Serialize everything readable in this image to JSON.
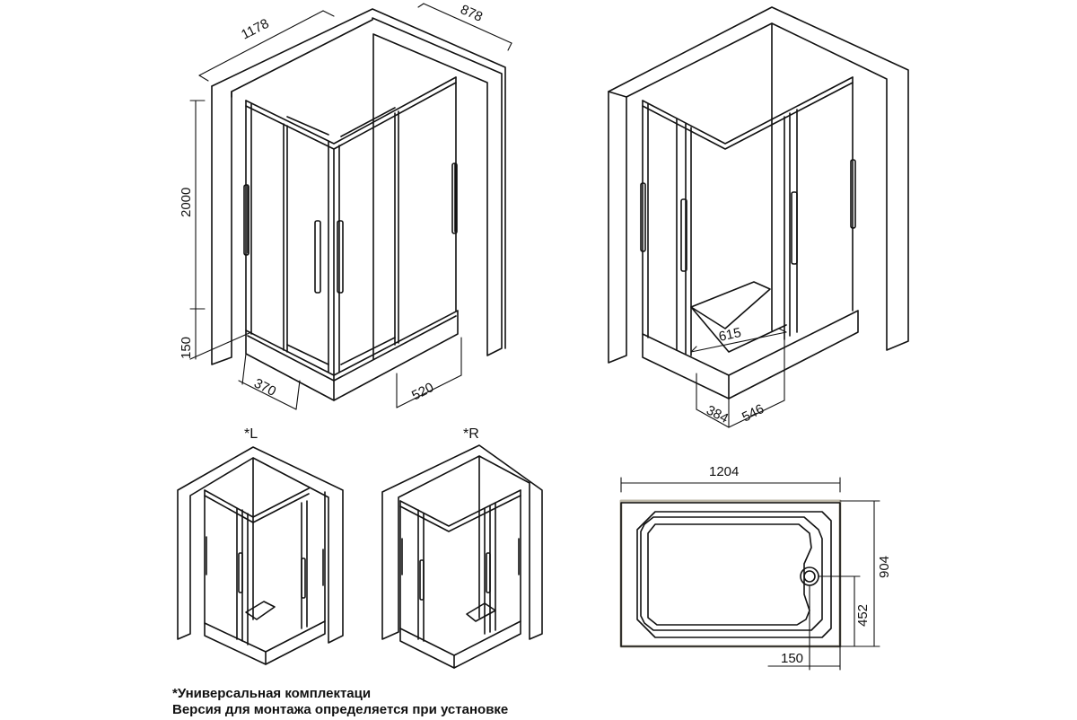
{
  "dimensions": {
    "width_top": "1178",
    "depth_top": "878",
    "height": "2000",
    "tray_height": "150",
    "door_left": "370",
    "door_right": "520",
    "opening_diag": "615",
    "opening_left": "384",
    "opening_right": "546",
    "tray_width": "1204",
    "tray_depth": "904",
    "drain_y": "452",
    "drain_x": "150"
  },
  "variants": {
    "left": "*L",
    "right": "*R"
  },
  "notes": {
    "line1": "*Универсальная комплектаци",
    "line2": "Версия для монтажа определяется при установке"
  },
  "colors": {
    "stroke": "#111111",
    "background": "#ffffff",
    "tray_edge": "#bdb8a8"
  }
}
